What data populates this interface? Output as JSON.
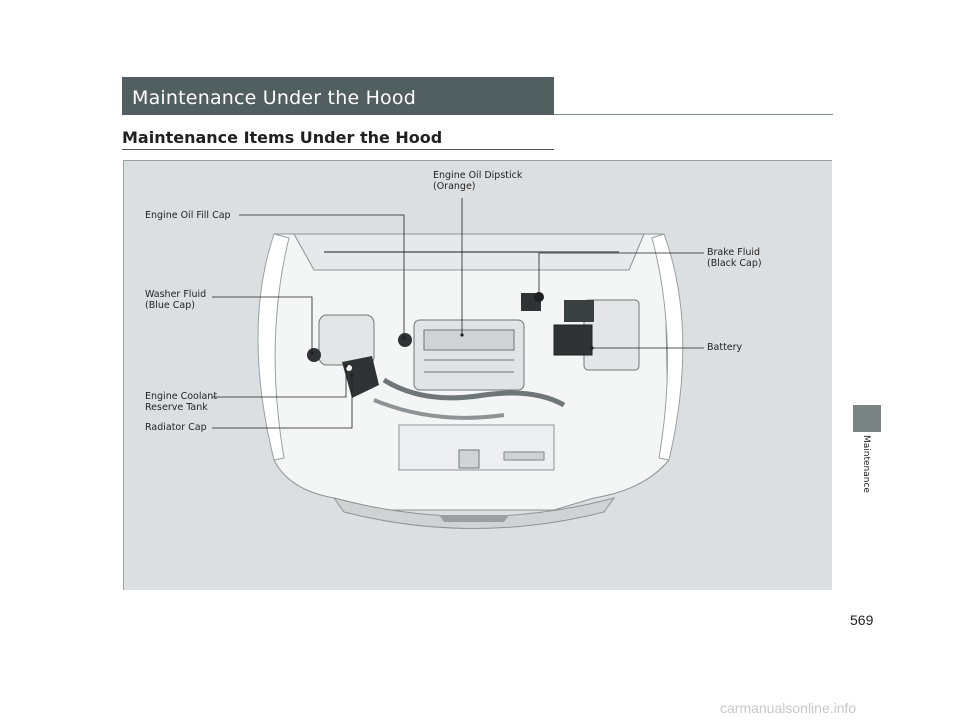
{
  "header": {
    "title": "Maintenance Under the Hood"
  },
  "section": {
    "title": "Maintenance Items Under the Hood"
  },
  "callouts": {
    "oil_dipstick_line1": "Engine Oil Dipstick",
    "oil_dipstick_line2": "(Orange)",
    "oil_fill_cap": "Engine Oil Fill Cap",
    "brake_fluid_line1": "Brake Fluid",
    "brake_fluid_line2": "(Black Cap)",
    "washer_fluid_line1": "Washer Fluid",
    "washer_fluid_line2": "(Blue Cap)",
    "battery": "Battery",
    "coolant_line1": "Engine Coolant",
    "coolant_line2": "Reserve Tank",
    "radiator_cap": "Radiator Cap"
  },
  "side_tab": {
    "label": "Maintenance"
  },
  "page": {
    "number": "569"
  },
  "watermark": "carmanualsonline.info"
}
